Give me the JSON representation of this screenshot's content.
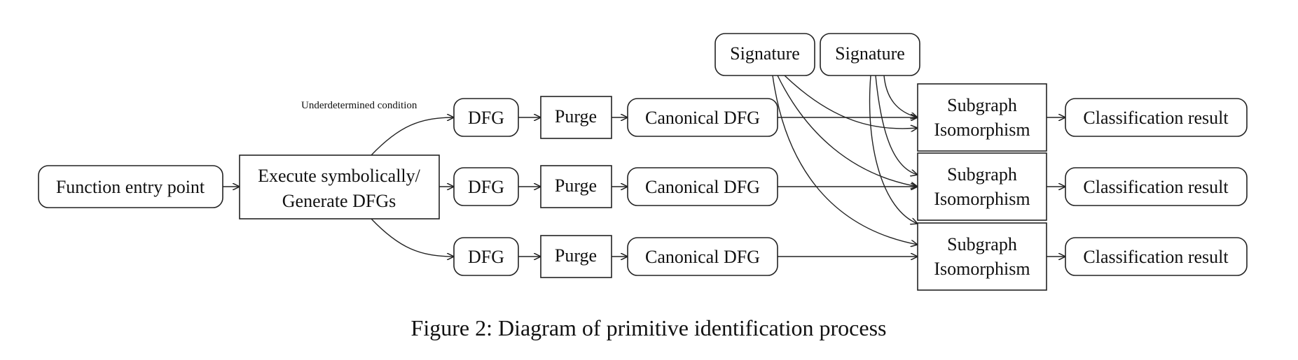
{
  "diagram": {
    "entry": "Function entry point",
    "execute": {
      "line1": "Execute symbolically/",
      "line2": "Generate DFGs"
    },
    "condition_label": "Underdetermined condition",
    "dfg": "DFG",
    "purge": "Purge",
    "canonical": "Canonical DFG",
    "signature": "Signature",
    "subgraph": {
      "line1": "Subgraph",
      "line2": "Isomorphism"
    },
    "classification": "Classification result",
    "rows": 3,
    "signatures": 2
  },
  "caption": "Figure 2: Diagram of primitive identification process"
}
